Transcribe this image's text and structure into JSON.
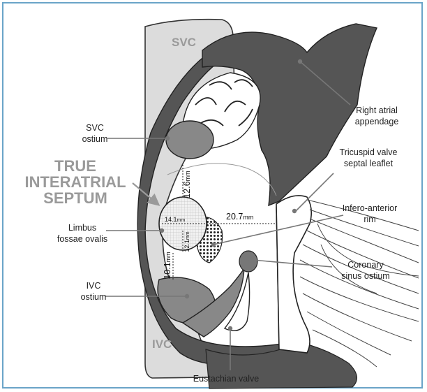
{
  "vessels": {
    "svc": "SVC",
    "ivc": "IVC"
  },
  "callout": {
    "line1": "TRUE",
    "line2": "INTERATRIAL",
    "line3": "SEPTUM"
  },
  "labels": {
    "svc_ostium_1": "SVC",
    "svc_ostium_2": "ostium",
    "limbus_1": "Limbus",
    "limbus_2": "fossae ovalis",
    "ivc_ostium_1": "IVC",
    "ivc_ostium_2": "ostium",
    "eustachian": "Eustachian valve",
    "raa_1": "Right atrial",
    "raa_2": "appendage",
    "tricuspid_1": "Tricuspid valve",
    "tricuspid_2": "septal leaflet",
    "infero_1": "Infero-anterior",
    "infero_2": "rim",
    "coronary_1": "Coronary",
    "coronary_2": "sinus ostium"
  },
  "measurements": {
    "superior": {
      "value": "12.6",
      "unit": "mm"
    },
    "posterior": {
      "value": "14.1",
      "unit": "mm"
    },
    "anterior": {
      "value": "20.7",
      "unit": "mm"
    },
    "inferior": {
      "value": "12.1",
      "unit": "mm"
    },
    "ivc_distance": {
      "value": "10.1",
      "unit": "mm"
    }
  },
  "colors": {
    "frame": "#6aa4c8",
    "vessel_fill": "#dcdcdc",
    "wall_fill": "#555555",
    "ostium_fill": "#888888",
    "callout_text": "#9a9a9a"
  }
}
